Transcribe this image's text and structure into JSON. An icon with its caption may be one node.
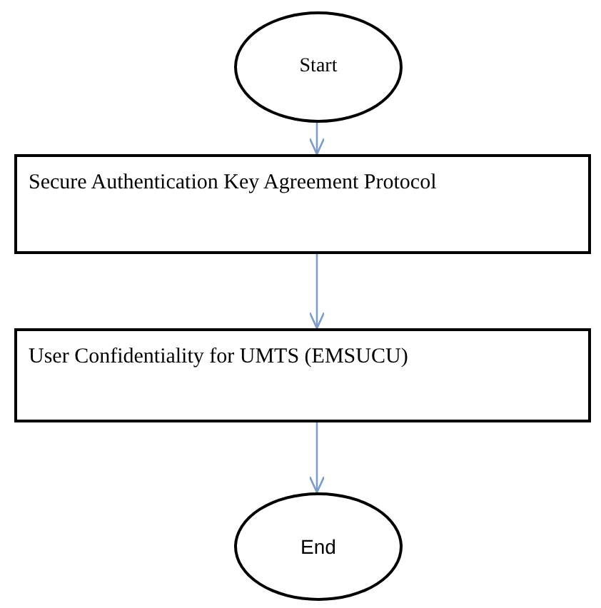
{
  "diagram": {
    "nodes": [
      {
        "text": [
          "Start"
        ]
      },
      {
        "text": [
          "Secure Authentication Key Agreement Protocol"
        ]
      },
      {
        "text": [
          "User Confidentiality for UMTS (EMSUCU)"
        ]
      },
      {
        "text": [
          "End"
        ]
      }
    ],
    "edges": [
      {
        "from": 0,
        "to": 1,
        "arrow": "to"
      },
      {
        "from": 1,
        "to": 2,
        "arrow": "to"
      },
      {
        "from": 2,
        "to": 3,
        "arrow": "to"
      }
    ]
  }
}
